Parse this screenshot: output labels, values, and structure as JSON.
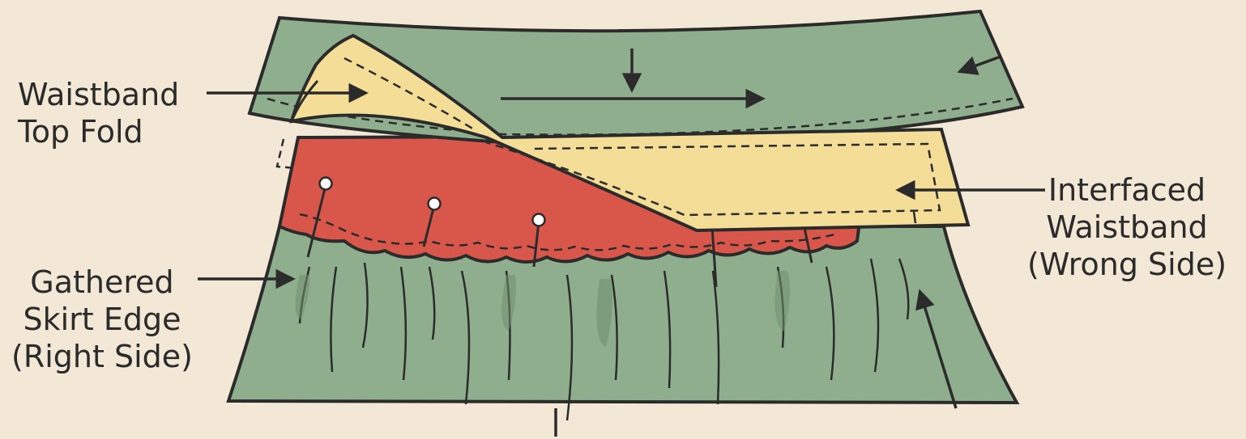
{
  "labels": {
    "waistband_top_fold": [
      "Waistband",
      "Top Fold"
    ],
    "gathered_skirt_edge": [
      "Gathered",
      "Skirt Edge",
      "(Right Side)"
    ],
    "interfaced_waistband": [
      "Interfaced",
      "Waistband",
      "(Wrong Side)"
    ]
  },
  "colors": {
    "background": "#f2e8d5",
    "waistband_green": "#8fae8d",
    "interfacing_yellow": "#f3dd97",
    "skirt_right_side_red": "#d9574a",
    "skirt_green": "#8fae8d",
    "outline": "#2b2b2b"
  },
  "icons": [
    "arrow-icon",
    "pin-icon",
    "stitch-line"
  ]
}
